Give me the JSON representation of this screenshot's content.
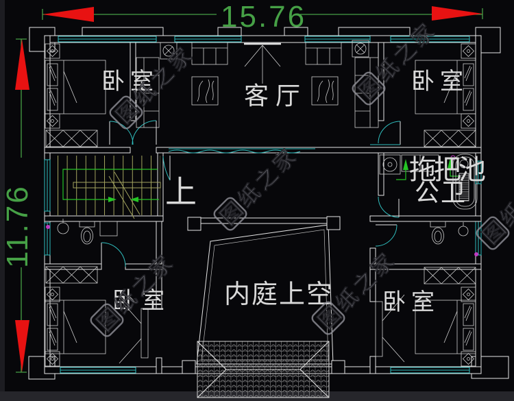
{
  "drawing": {
    "type": "residential floor plan (CAD)",
    "dimensions": {
      "width_label": "15.76",
      "height_label": "11.76"
    },
    "rooms": {
      "bedroom": "卧室",
      "living_room": "客厅",
      "inner_courtyard": "内庭上空",
      "mop_pool": "拖把池",
      "public_bath": "公卫",
      "stair_direction": "上"
    },
    "watermark": {
      "text": "图纸之家"
    }
  },
  "colors": {
    "bg": "#07070a",
    "wall": "#e6e6e6",
    "window": "#2fbdbd",
    "dim": "#46a046",
    "arrow": "#e81212",
    "stair": "#a3a35f",
    "stair-green": "#25c425",
    "label": "#d9d9d9",
    "watermark": "#8e8e96",
    "magenta": "#c03ac0"
  }
}
